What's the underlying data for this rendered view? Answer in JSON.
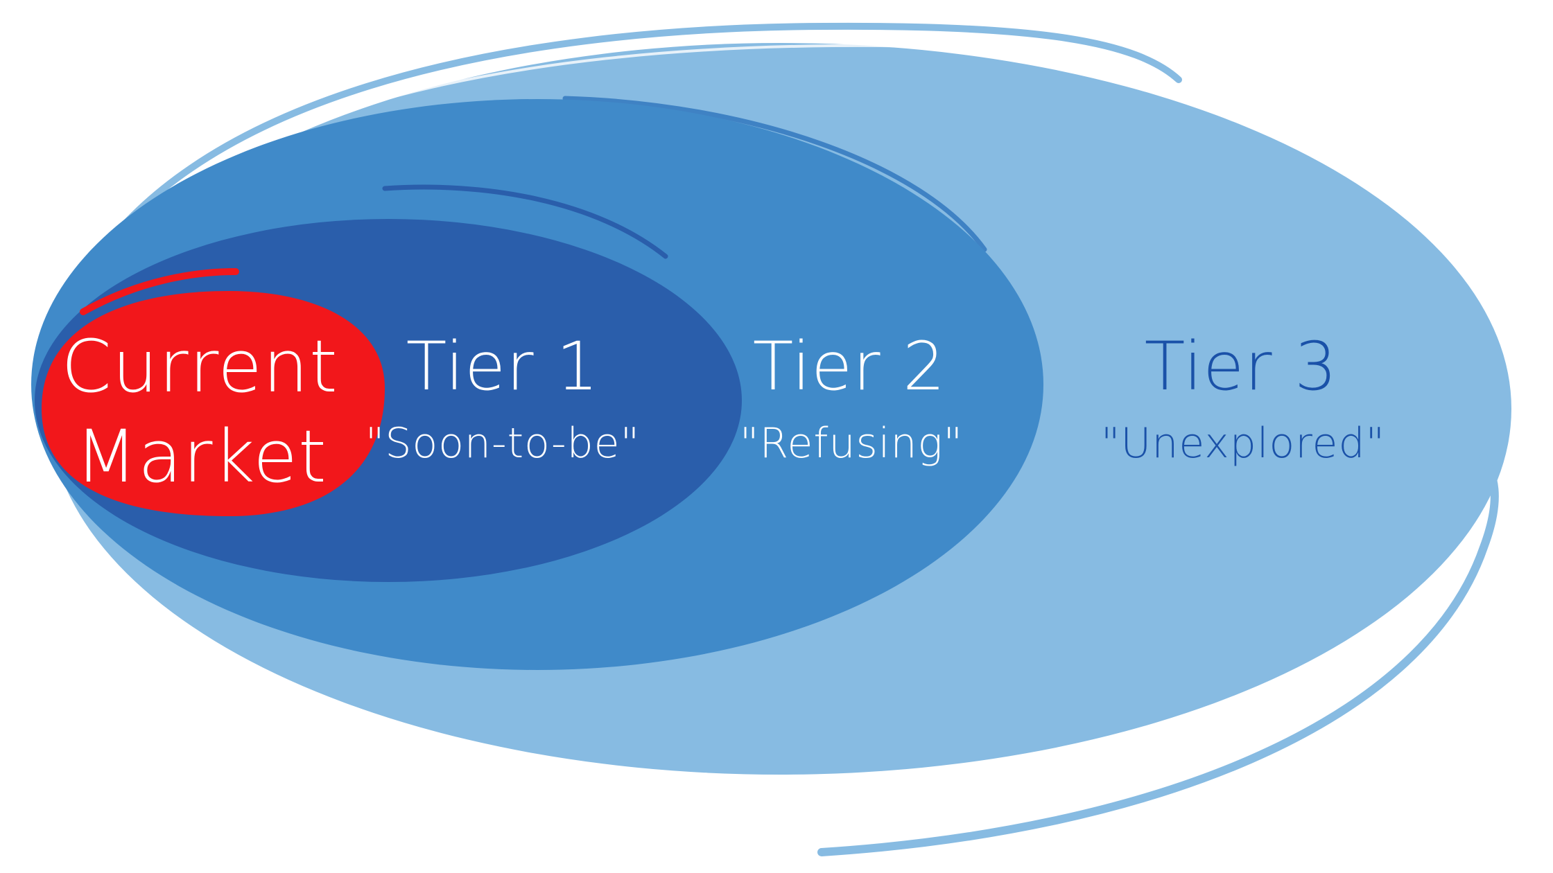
{
  "diagram": {
    "title": "Market tiers",
    "colors": {
      "background": "#ffffff",
      "tier3_fill": "#87bbe2",
      "tier3_stroke": "#5e9fd6",
      "tier2_fill": "#408ac9",
      "tier1_fill": "#2a5eab",
      "current_fill": "#f2171b",
      "label_light": "#ffffff",
      "label_dark": "#1a51a8"
    },
    "current_market": {
      "line1": "Current",
      "line2": "Market"
    },
    "tiers": [
      {
        "name": "Tier 1",
        "subtitle": "\"Soon-to-be\""
      },
      {
        "name": "Tier 2",
        "subtitle": "\"Refusing\""
      },
      {
        "name": "Tier 3",
        "subtitle": "\"Unexplored\""
      }
    ]
  }
}
